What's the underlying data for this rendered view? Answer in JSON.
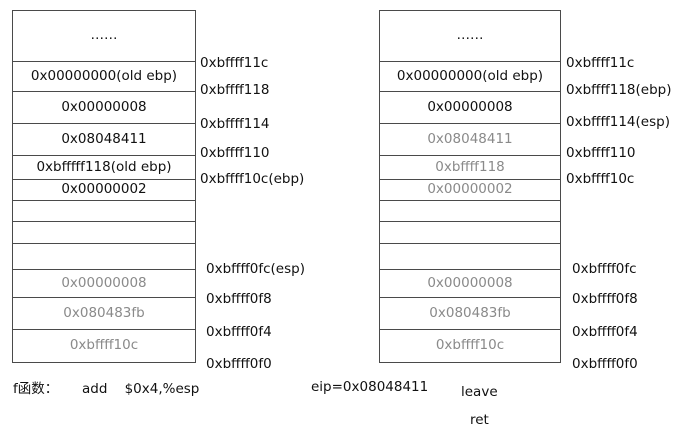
{
  "left_stack": {
    "cells": [
      {
        "text": "……",
        "dim": false
      },
      {
        "text": "0x00000000(old ebp)",
        "dim": false
      },
      {
        "text": "0x00000008",
        "dim": false
      },
      {
        "text": "0x08048411",
        "dim": false
      },
      {
        "text": "0xbfffff118(old ebp)",
        "dim": false
      },
      {
        "text": "0x00000002",
        "dim": false
      },
      {
        "text": "",
        "dim": false
      },
      {
        "text": "",
        "dim": false
      },
      {
        "text": "",
        "dim": false
      },
      {
        "text": "0x00000008",
        "dim": true
      },
      {
        "text": "0x080483fb",
        "dim": true
      },
      {
        "text": "0xbffff10c",
        "dim": true
      }
    ],
    "addresses": [
      "0xbffff11c",
      "0xbffff118",
      "0xbffff114",
      "0xbffff110",
      "0xbffff10c(ebp)",
      "0xbffff0fc(esp)",
      "0xbffff0f8",
      "0xbffff0f4",
      "0xbffff0f0"
    ]
  },
  "right_stack": {
    "cells": [
      {
        "text": "……",
        "dim": false
      },
      {
        "text": "0x00000000(old ebp)",
        "dim": false
      },
      {
        "text": "0x00000008",
        "dim": false
      },
      {
        "text": "0x08048411",
        "dim": true
      },
      {
        "text": "0xbffff118",
        "dim": true
      },
      {
        "text": "0x00000002",
        "dim": true
      },
      {
        "text": "",
        "dim": false
      },
      {
        "text": "",
        "dim": false
      },
      {
        "text": "",
        "dim": false
      },
      {
        "text": "0x00000008",
        "dim": true
      },
      {
        "text": "0x080483fb",
        "dim": true
      },
      {
        "text": "0xbffff10c",
        "dim": true
      }
    ],
    "addresses": [
      "0xbffff11c",
      "0xbffff118(ebp)",
      "0xbffff114(esp)",
      "0xbffff110",
      "0xbffff10c",
      "0xbffff0fc",
      "0xbffff0f8",
      "0xbffff0f4",
      "0xbffff0f0"
    ]
  },
  "notes": {
    "func_label": "f函数：",
    "instruction": "add    $0x4,%esp",
    "eip": "eip=0x08048411",
    "leave": "leave",
    "ret": "ret"
  }
}
